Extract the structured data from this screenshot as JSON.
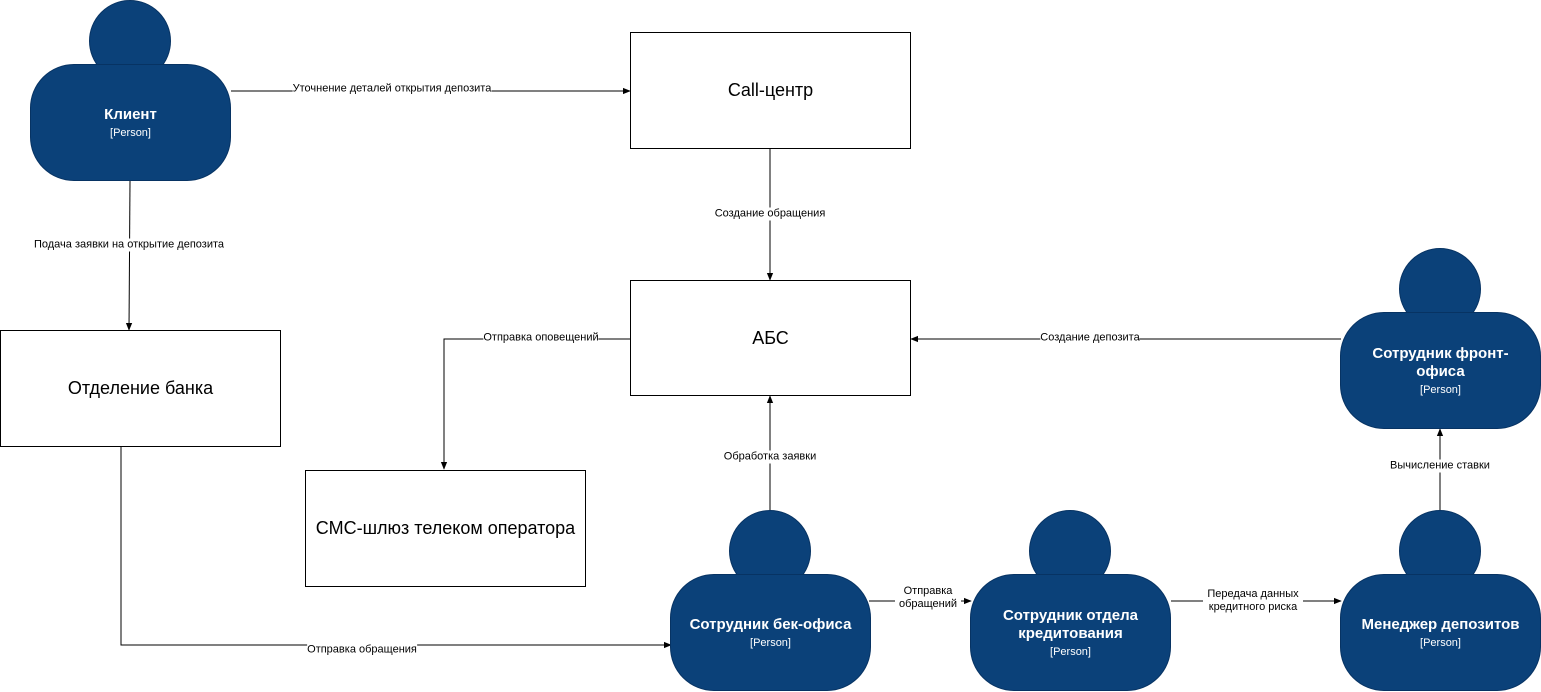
{
  "colors": {
    "person_fill": "#0b4179",
    "person_text": "#ffffff",
    "box_border": "#000000",
    "edge": "#000000"
  },
  "persons": {
    "client": {
      "name": "Клиент",
      "type": "[Person]"
    },
    "back_office": {
      "name": "Сотрудник бек-офиса",
      "type": "[Person]"
    },
    "credit": {
      "name": "Сотрудник отдела кредитования",
      "type": "[Person]"
    },
    "deposit_manager": {
      "name": "Менеджер депозитов",
      "type": "[Person]"
    },
    "front_office": {
      "name": "Сотрудник фронт-офиса",
      "type": "[Person]"
    }
  },
  "systems": {
    "call_center": "Call-центр",
    "abs": "АБС",
    "branch": "Отделение банка",
    "sms_gateway": "СМС-шлюз телеком оператора"
  },
  "edges": {
    "client_to_callcenter": "Уточнение деталей открытия депозита",
    "client_to_branch": "Подача заявки на открытие депозита",
    "callcenter_to_abs": "Создание обращения",
    "abs_to_sms": "Отправка оповещений",
    "front_to_abs": "Создание депозита",
    "back_to_abs": "Обработка заявки",
    "branch_to_back": "Отправка обращения",
    "back_to_credit": "Отправка обращений",
    "credit_to_manager": "Передача данных кредитного риска",
    "manager_to_front": "Вычисление ставки"
  }
}
